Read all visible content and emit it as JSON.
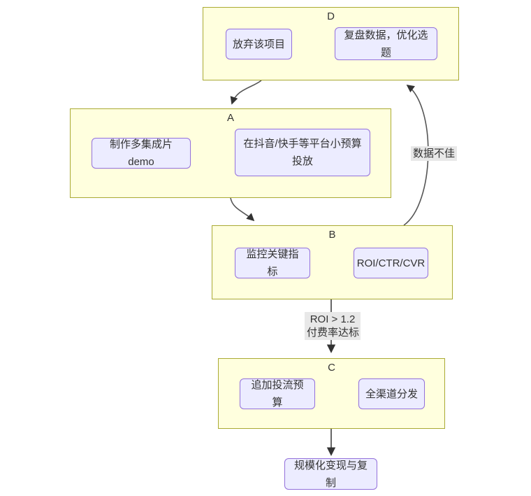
{
  "diagram": {
    "type": "flowchart",
    "subgraphs": [
      {
        "id": "D",
        "label": "D",
        "nodes": [
          {
            "id": "d1",
            "text": "放弃该项目"
          },
          {
            "id": "d2",
            "text": "复盘数据，优化选题"
          }
        ]
      },
      {
        "id": "A",
        "label": "A",
        "nodes": [
          {
            "id": "a1",
            "text": "制作多集成片demo"
          },
          {
            "id": "a2",
            "text": "在抖音/快手等平台小预算投放"
          }
        ]
      },
      {
        "id": "B",
        "label": "B",
        "nodes": [
          {
            "id": "b1",
            "text": "监控关键指标"
          },
          {
            "id": "b2",
            "text": "ROI/CTR/CVR"
          }
        ]
      },
      {
        "id": "C",
        "label": "C",
        "nodes": [
          {
            "id": "c1",
            "text": "追加投流预算"
          },
          {
            "id": "c2",
            "text": "全渠道分发"
          }
        ]
      }
    ],
    "final_node": {
      "text": "规模化变现与复制"
    },
    "edges": [
      {
        "from": "D",
        "to": "A",
        "label": ""
      },
      {
        "from": "A",
        "to": "B",
        "label": ""
      },
      {
        "from": "B",
        "to": "D",
        "label": "数据不佳"
      },
      {
        "from": "B",
        "to": "C",
        "label": "ROI > 1.2 付费率达标"
      },
      {
        "from": "C",
        "to": "final",
        "label": ""
      }
    ],
    "edge_labels": {
      "data_bad": "数据不佳",
      "roi_line1": "ROI > 1.2",
      "roi_line2": "付费率达标"
    },
    "colors": {
      "subgraph_fill": "#ffffde",
      "subgraph_border": "#aaaa33",
      "node_fill": "#ececff",
      "node_border": "#9370db",
      "edge_stroke": "#555555",
      "arrowhead": "#333333",
      "edge_label_bg": "#e8e8e8",
      "text": "#333333"
    }
  }
}
